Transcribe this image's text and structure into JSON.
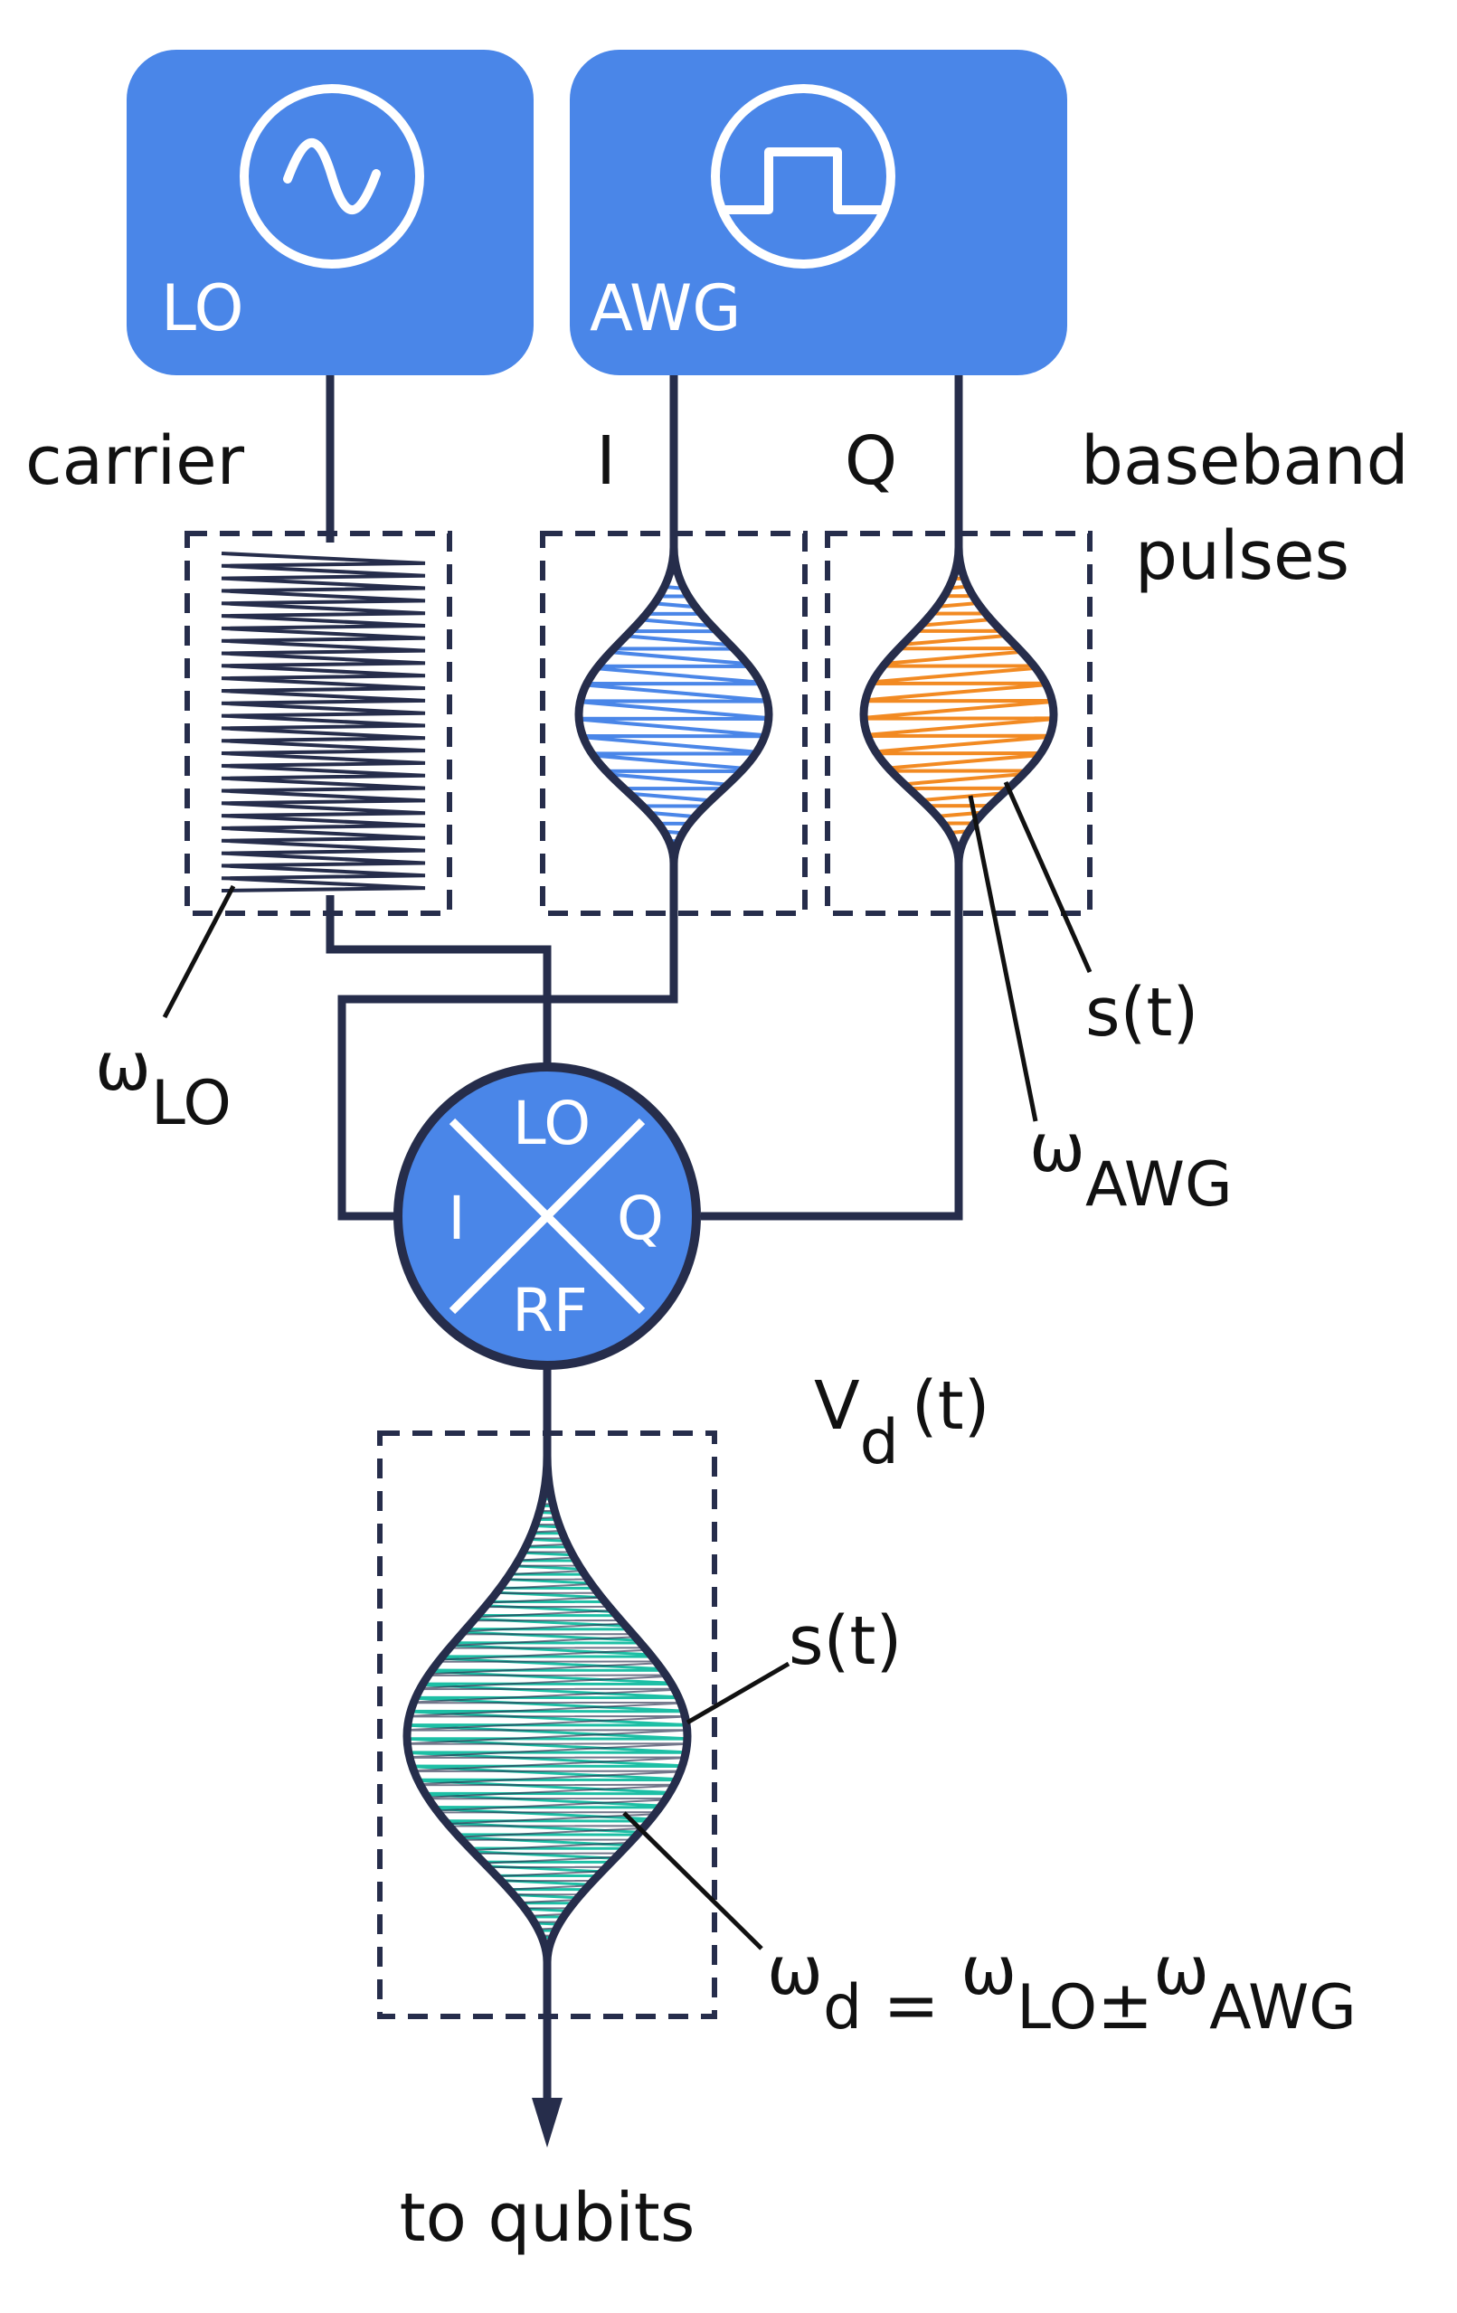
{
  "colors": {
    "block_fill": "#4a86e8",
    "line": "#262d4b",
    "i_pulse": "#4a86e8",
    "q_pulse": "#f28a22",
    "rf_pulse": "#1dbfa5"
  },
  "icons": {
    "lo": "sine-wave-icon",
    "awg": "square-pulse-icon"
  },
  "blocks": {
    "lo": "LO",
    "awg": "AWG"
  },
  "labels": {
    "carrier": "carrier",
    "i": "I",
    "q": "Q",
    "baseband_line1": "baseband",
    "baseband_line2": "pulses",
    "omega": "ω",
    "lo_sub": "LO",
    "awg_sub": "AWG",
    "envelope_top": "s(t)",
    "envelope_bottom": "s(t)",
    "vd_main": "V",
    "vd_sub": "d",
    "vd_arg": "(t)",
    "wd_sub": "d",
    "wd_eq": " = ",
    "wd_pm": "±",
    "to_qubits": "to qubits"
  },
  "mixer": {
    "lo": "LO",
    "i": "I",
    "q": "Q",
    "rf": "RF"
  }
}
